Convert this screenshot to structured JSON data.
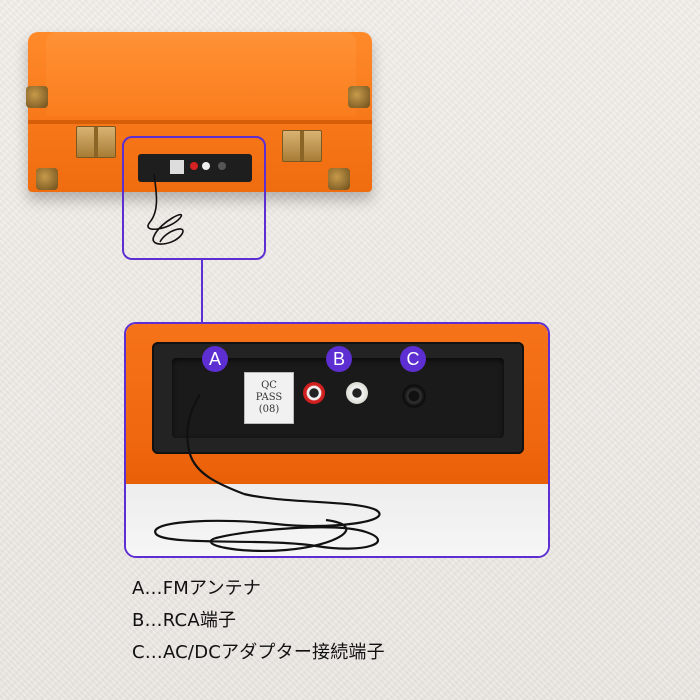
{
  "qc_label": {
    "line1": "QC",
    "line2": "PASS",
    "line3": "(08)"
  },
  "badges": {
    "a": "A",
    "b": "B",
    "c": "C"
  },
  "captions": [
    {
      "text": "A…FMアンテナ"
    },
    {
      "text": "B…RCA端子"
    },
    {
      "text": "C…AC/DCアダプター接続端子"
    }
  ],
  "colors": {
    "accent": "#5d2ed1",
    "case_orange": "#f6731a",
    "panel_black": "#1a1a1a",
    "rca_red": "#d62222",
    "rca_white": "#e8e8e2"
  }
}
